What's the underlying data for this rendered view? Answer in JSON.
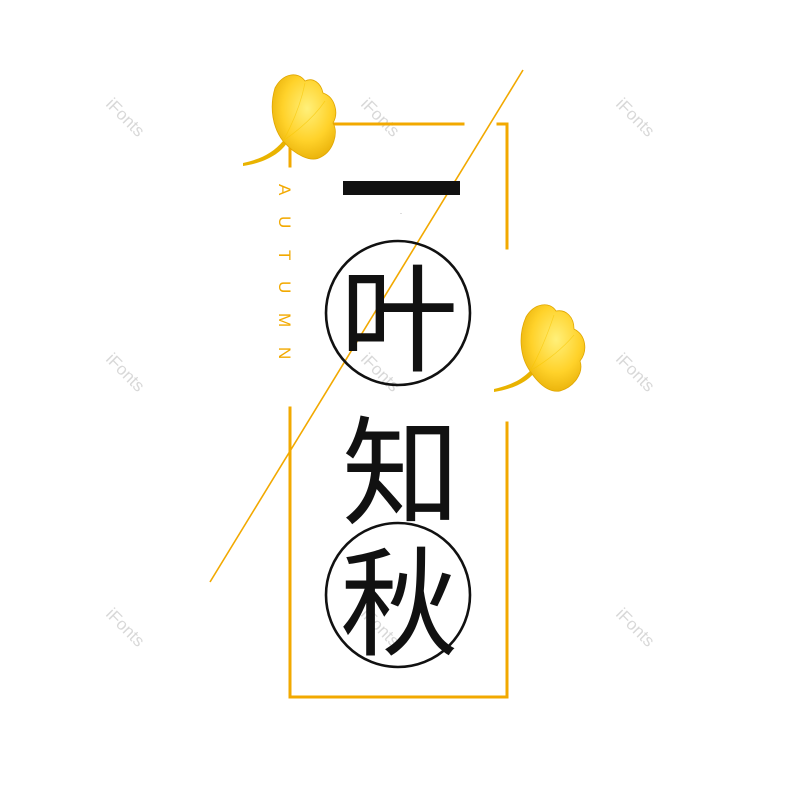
{
  "title_chars": [
    "一",
    "叶",
    "知",
    "秋"
  ],
  "subtitle_letters": [
    "A",
    "U",
    "T",
    "U",
    "M",
    "N"
  ],
  "watermark_text": "iFonts",
  "colors": {
    "accent": "#f2a900",
    "text": "#111111",
    "leaf_light": "#ffe24a",
    "leaf_dark": "#e9b300",
    "watermark": "#cfcfcf"
  },
  "icons": [
    "ginkgo-leaf-icon",
    "ginkgo-leaf-icon"
  ]
}
